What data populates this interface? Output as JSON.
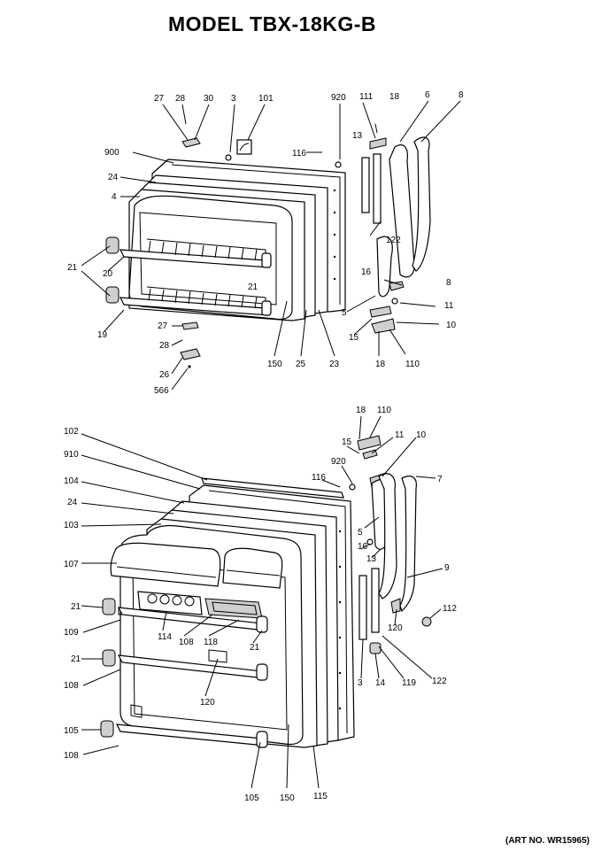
{
  "header": {
    "title": "MODEL TBX-18KG-B"
  },
  "footer": {
    "art_no": "(ART NO. WR15965)"
  },
  "upper_labels": [
    "27",
    "28",
    "30",
    "3",
    "101",
    "920",
    "111",
    "18",
    "6",
    "8",
    "900",
    "116",
    "13",
    "24",
    "4",
    "122",
    "21",
    "20",
    "16",
    "21",
    "8",
    "11",
    "5",
    "10",
    "15",
    "19",
    "27",
    "28",
    "26",
    "566",
    "150",
    "25",
    "23",
    "18",
    "110"
  ],
  "lower_labels": [
    "18",
    "110",
    "15",
    "11",
    "10",
    "102",
    "920",
    "910",
    "116",
    "7",
    "104",
    "24",
    "5",
    "103",
    "16",
    "13",
    "107",
    "9",
    "21",
    "112",
    "109",
    "114",
    "108",
    "118",
    "120",
    "21",
    "21",
    "120",
    "3",
    "14",
    "119",
    "122",
    "108",
    "105",
    "108",
    "105",
    "150",
    "115"
  ]
}
